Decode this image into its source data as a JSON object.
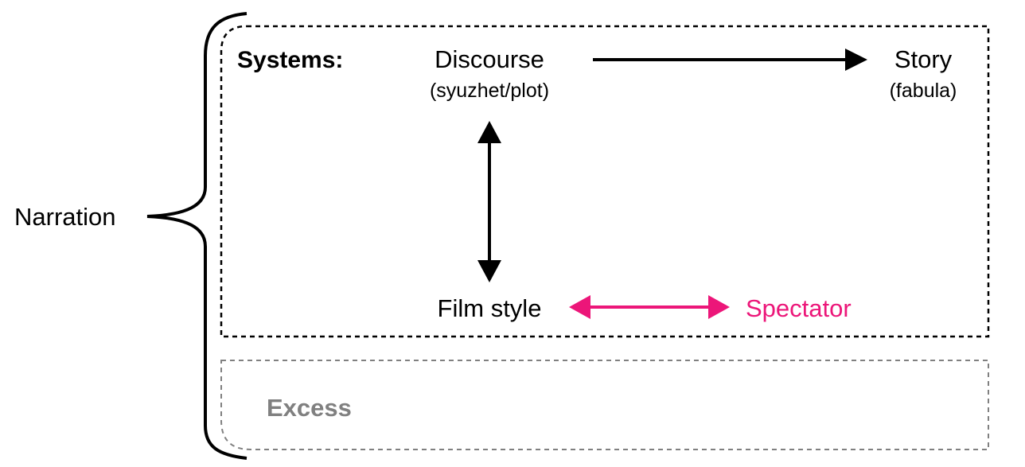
{
  "narration": "Narration",
  "systems": {
    "label": "Systems:",
    "discourse": "Discourse",
    "discourse_sub": "(syuzhet/plot)",
    "story": "Story",
    "story_sub": "(fabula)",
    "film_style": "Film style",
    "spectator": "Spectator"
  },
  "excess": "Excess",
  "colors": {
    "accent": "#ec1679",
    "excess": "#808080",
    "ink": "#000000"
  }
}
